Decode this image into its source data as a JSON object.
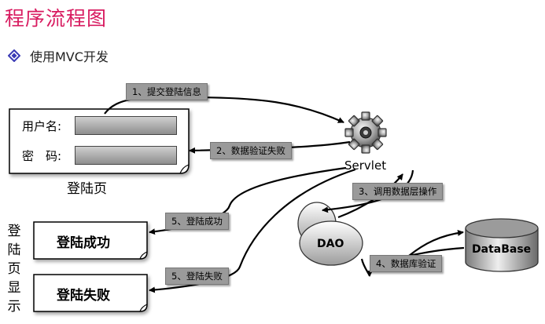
{
  "title": "程序流程图",
  "subtitle": "使用MVC开发",
  "login_page": {
    "username_label": "用户名:",
    "password_label": "密　码:",
    "caption": "登陆页"
  },
  "servlet_label": "Servlet",
  "dao_label": "DAO",
  "database_label": "DataBase",
  "steps": {
    "s1": "1、提交登陆信息",
    "s2": "2、数据验证失败",
    "s3": "3、调用数据层操作",
    "s4": "4、数据库验证",
    "s5a": "5、登陆成功",
    "s5b": "5、登陆失败"
  },
  "results": {
    "success": "登陆成功",
    "failure": "登陆失败",
    "vertical_label": "登陆页显示"
  },
  "icons": {
    "bullet": "diamond-bullet-icon",
    "servlet": "gear-icon",
    "database": "database-cylinder-icon"
  },
  "colors": {
    "title": "#d81b60",
    "bullet": "#3a3ab5",
    "label_box": "#9a9a9a"
  }
}
